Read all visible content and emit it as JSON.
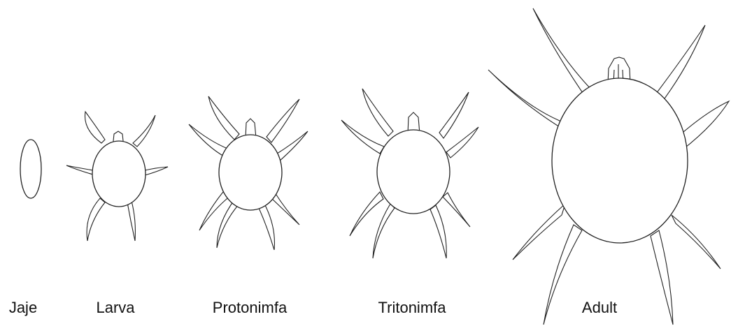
{
  "stages": [
    {
      "id": "egg",
      "label": "Jaje",
      "legs": 0
    },
    {
      "id": "larva",
      "label": "Larva",
      "legs": 6
    },
    {
      "id": "protonymph",
      "label": "Protonimfa",
      "legs": 8
    },
    {
      "id": "tritonymph",
      "label": "Tritonimfa",
      "legs": 8
    },
    {
      "id": "adult",
      "label": "Adult",
      "legs": 8
    }
  ]
}
